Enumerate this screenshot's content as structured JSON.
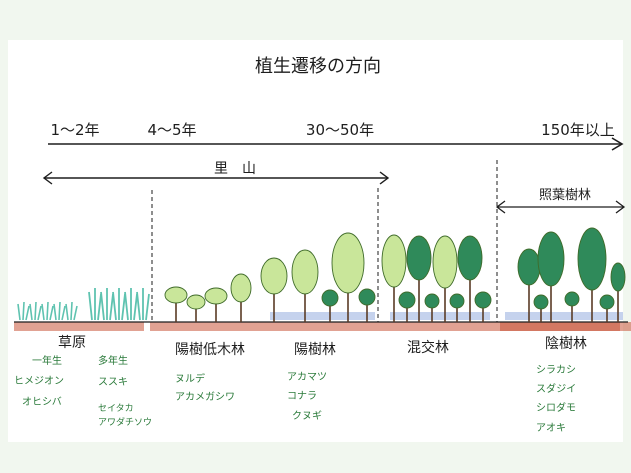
{
  "title": "植生遷移の方向",
  "timeline": [
    "1～2年",
    "4～5年",
    "30～50年",
    "150年以上"
  ],
  "satoyama_label": "里　山",
  "shade_forest_label": "照葉樹林",
  "stages": [
    {
      "name": "草原",
      "species_groups": [
        [
          "一年生",
          "ヒメジオン",
          "オヒシバ"
        ],
        [
          "多年生",
          "ススキ",
          "セイタカ",
          "アワダチソウ"
        ]
      ]
    },
    {
      "name": "陽樹低木林",
      "species_groups": [
        [
          "ヌルデ",
          "アカメガシワ"
        ]
      ]
    },
    {
      "name": "陽樹林",
      "species_groups": [
        [
          "アカマツ",
          "コナラ",
          "クヌギ"
        ]
      ]
    },
    {
      "name": "混交林",
      "species_groups": []
    },
    {
      "name": "陰樹林",
      "species_groups": [
        [
          "シラカシ",
          "スダジイ",
          "シロダモ",
          "アオキ"
        ]
      ]
    }
  ],
  "colors": {
    "sun_tree": "#c9e69a",
    "shade_tree": "#2f8a5a",
    "soil": "#c8553a",
    "shade_soil": "#7f9bd6",
    "grass": "#5fc3b0"
  }
}
